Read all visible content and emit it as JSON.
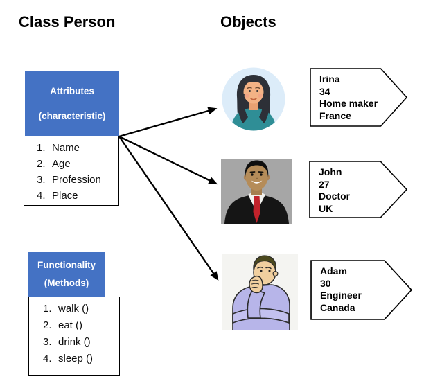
{
  "titles": {
    "class_person": "Class Person",
    "objects": "Objects"
  },
  "class_person": {
    "attributes": {
      "title": "Attributes",
      "subtitle": "(characteristic)",
      "items": [
        {
          "n": "1.",
          "label": "Name"
        },
        {
          "n": "2.",
          "label": "Age"
        },
        {
          "n": "3.",
          "label": "Profession"
        },
        {
          "n": "4.",
          "label": "Place"
        }
      ]
    },
    "functionality": {
      "title": "Functionality",
      "subtitle": "(Methods)",
      "items": [
        {
          "n": "1.",
          "label": "walk ()"
        },
        {
          "n": "2.",
          "label": "eat ()"
        },
        {
          "n": "3.",
          "label": "drink ()"
        },
        {
          "n": "4.",
          "label": "sleep ()"
        }
      ]
    }
  },
  "objects": [
    {
      "name": "Irina",
      "age": "34",
      "profession": "Home maker",
      "place": "France",
      "avatar_icon": "woman-avatar-icon"
    },
    {
      "name": "John",
      "age": "27",
      "profession": "Doctor",
      "place": "UK",
      "avatar_icon": "man-in-suit-avatar-icon"
    },
    {
      "name": "Adam",
      "age": "30",
      "profession": "Engineer",
      "place": "Canada",
      "avatar_icon": "thinking-man-avatar-icon"
    }
  ],
  "colors": {
    "header_blue": "#4472C4",
    "arrow_black": "#000000",
    "box_border": "#000000",
    "label_fill": "#FFFFFF"
  }
}
